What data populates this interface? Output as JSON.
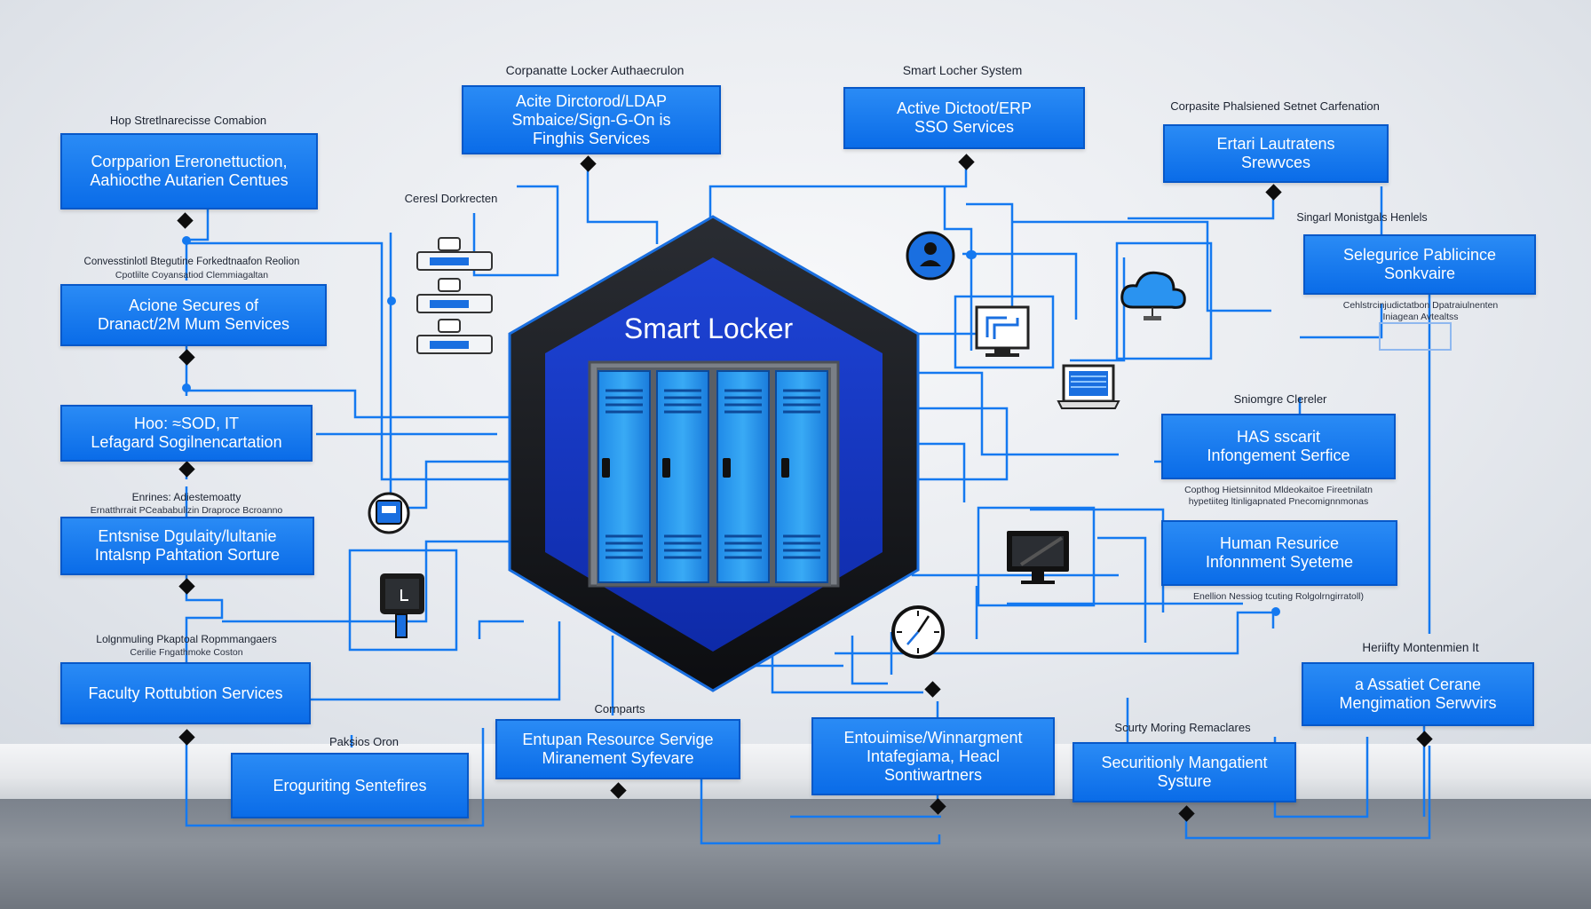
{
  "center": {
    "title": "Smart Locker"
  },
  "boxes": {
    "corp_env": "Corpparion Ereronettuction,\nAahiocthe Autarien Centues",
    "active_sec": "Acione Secures of\nDranact/2M Mum Senvices",
    "hoo_sod": "Hoo: ≈SOD, IT\nLefagard Sogilnencartation",
    "entsnise": "Entsnise Dgulaity/lultanie\nIntalsnp Pahtation Sorture",
    "faculty": "Faculty Rottubtion Services",
    "eroguriting": "Eroguriting Sentefires",
    "active_dir": "Acite Dirctorod/LDAP\nSmbaice/Sign-G-On is\nFinghis Services",
    "active_erp": "Active Dictoot/ERP\nSSO Services",
    "ertari": "Ertari Lautratens\nSrewvces",
    "selegurice": "Selegurice Pablicince\nSonkvaire",
    "has": "HAS sscarit\nInfongement Serfice",
    "human": "Human Resurice\nInfonnment Syeteme",
    "assatiet": "a Assatiet Cerane\nMengimation Serwvirs",
    "enturan": "Entupan Resource Servige\nMiranement Syfevare",
    "entouimse": "Entouimise/Winnargment\nIntafegiama, Heacl\nSontiwartners",
    "securitionly": "Securitionly Mangatient\nSysture"
  },
  "labels": {
    "corp_locker": "Corpanatte Locker Authaecrulon",
    "smart_locker_sys": "Smart Locher System",
    "corp_phal": "Corpasite Phalsiened Setnet Carfenation",
    "hop_str": "Hop Stretlnarecisse Comabion",
    "ceresl": "Ceresl Dorkrecten",
    "conv": "Convesstinlotl Btegutine Forkedtnaafon Reolion",
    "conv_sub": "Cpotlilte Coyansatiod Clemmiagaltan",
    "enrines": "Enrines: Adiestemoatty",
    "enrines_sub": "Ernatthrrait PCeababulizin Draproce Bcroanno",
    "logn": "Lolgnmuling Pkaptoal Ropmmangaers",
    "logn_sub": "Cerilie Fngathmoke Coston",
    "paksios": "Paksios Oron",
    "corrparts": "Cornparts",
    "singarl": "Singarl Monistgals Henlels",
    "singarl_sub": "Cehlstrcinjudictatbon Dpatraiulnenten\nIniagean Avtealtss",
    "sniomgre": "Sniomgre Clereler",
    "capthog": "Copthog Hietsinnitod Mldeokaitoe Fireetnilatn\nhypetiiteg ltinligapnated Pnecomignnmonas",
    "enelion": "Enellion Nessiog tcuting Rolgolrngirratoll)",
    "heriity": "Heriifty Montenmien It",
    "scurty": "Scurty Moring Remaclares"
  },
  "colors": {
    "accent": "#0a6ce8",
    "wire": "#1479f0",
    "hex_frame": "#141619",
    "hex_inner": "#1436c8",
    "locker": "#2a9bf0"
  }
}
